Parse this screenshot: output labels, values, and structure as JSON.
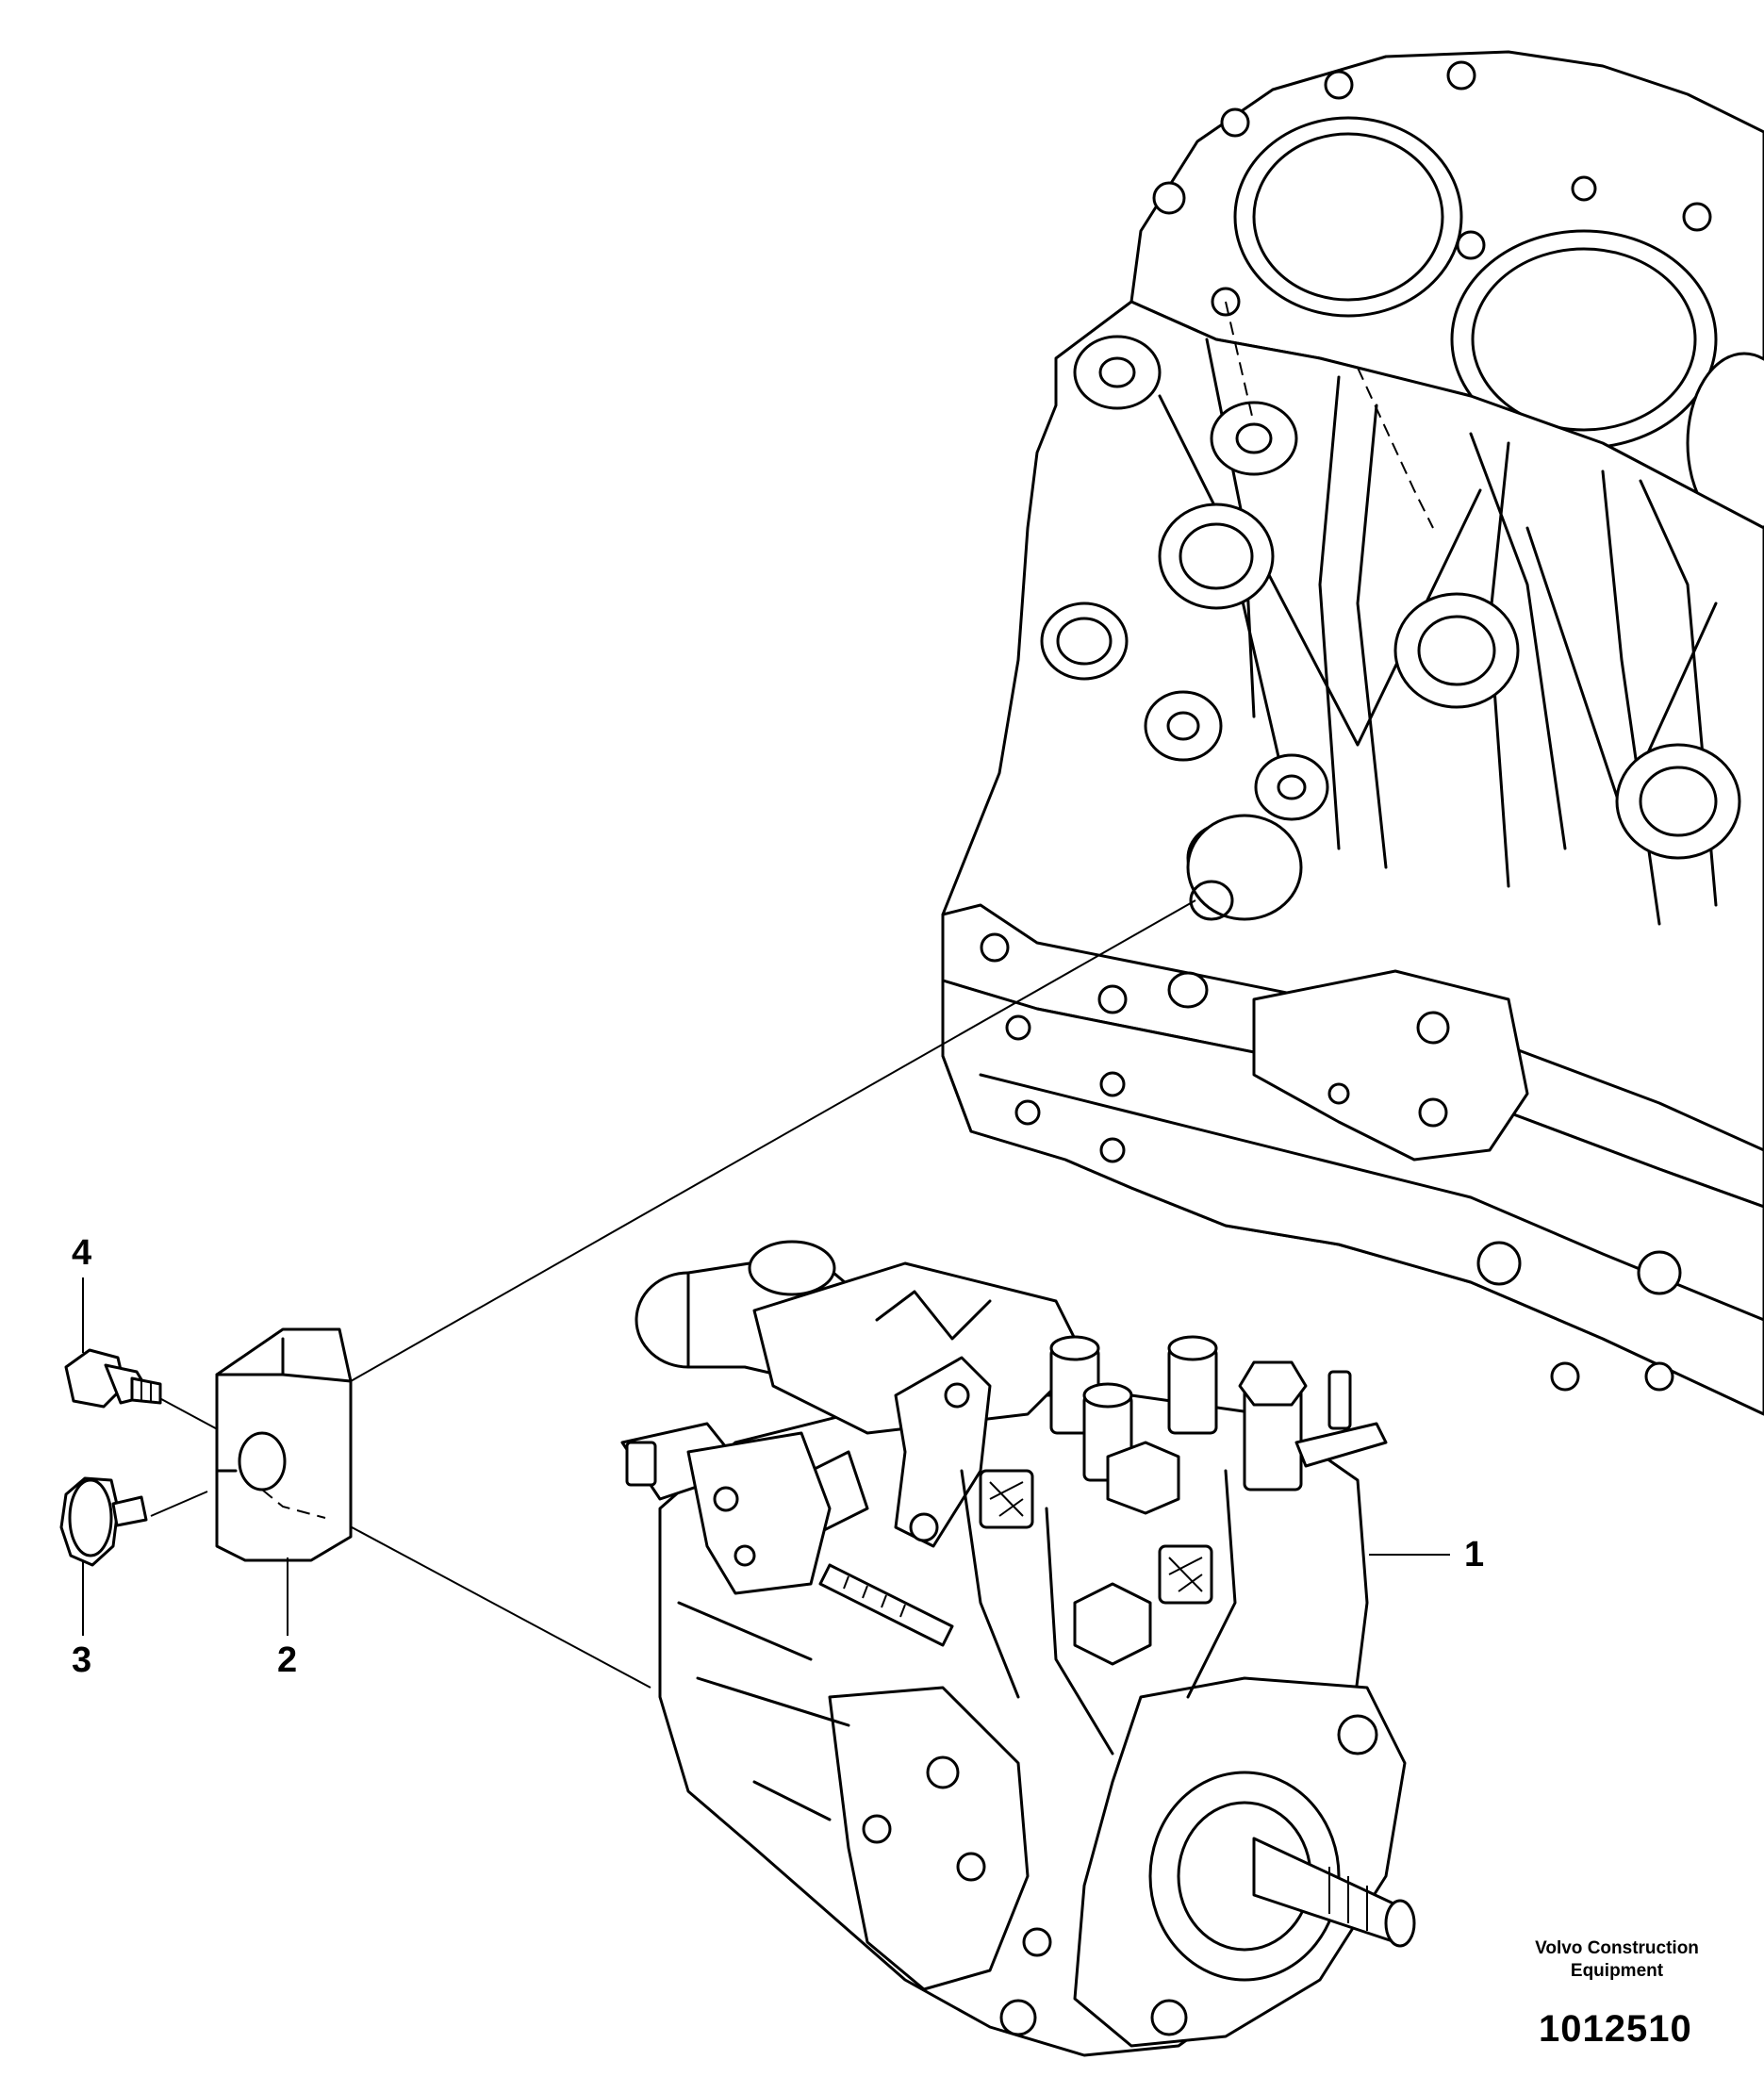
{
  "callouts": {
    "c1": "1",
    "c2": "2",
    "c3": "3",
    "c4": "4"
  },
  "footer": {
    "line1": "Volvo Construction",
    "line2": "Equipment",
    "figure_number": "1012510"
  }
}
